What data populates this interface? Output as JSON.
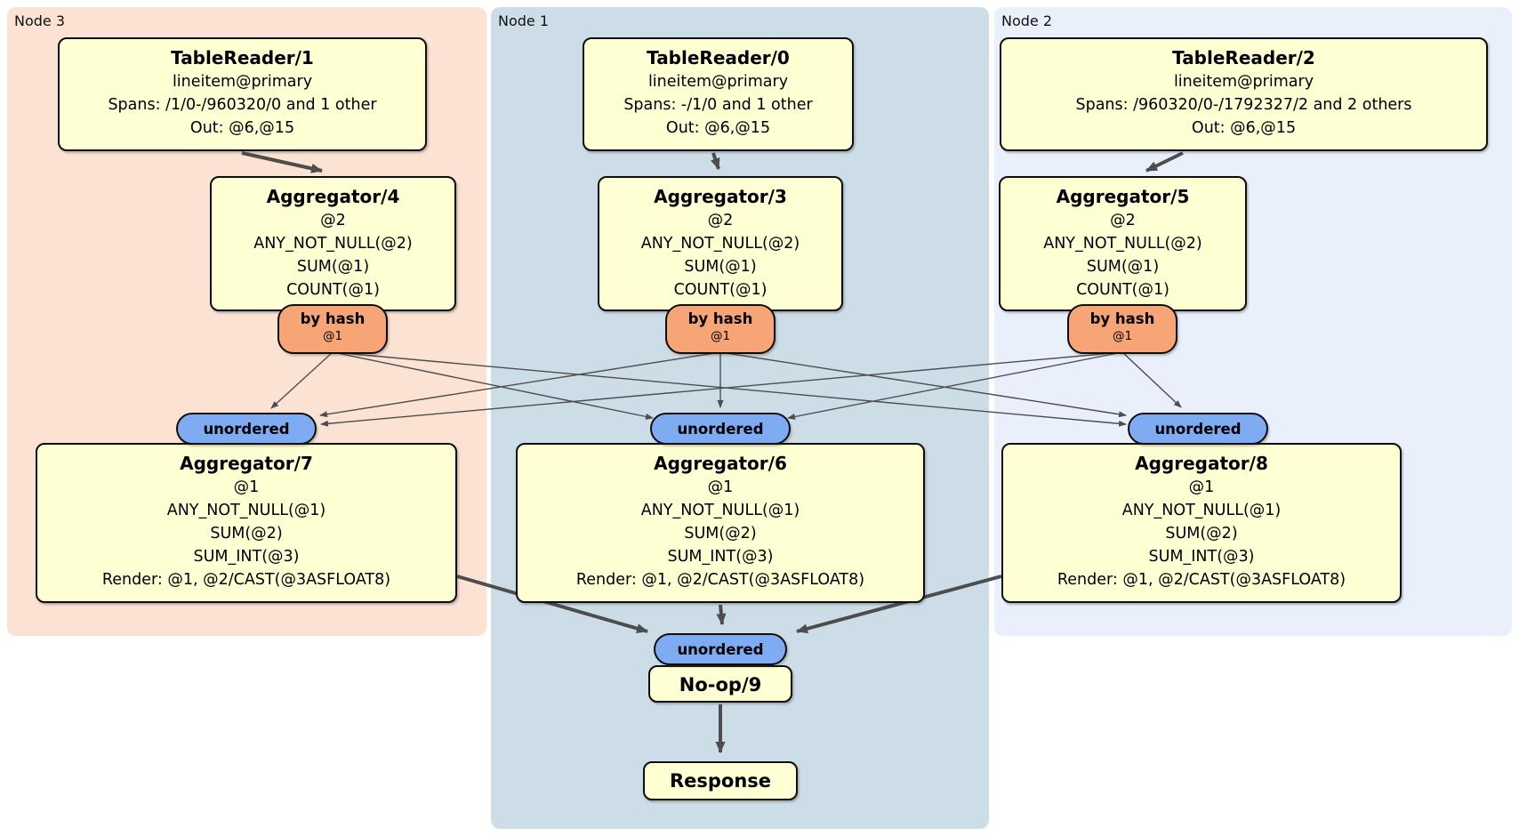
{
  "diagram": {
    "node_groups": [
      {
        "label": "Node 3"
      },
      {
        "label": "Node 1"
      },
      {
        "label": "Node 2"
      }
    ],
    "processors": {
      "tablereader1": {
        "title": "TableReader/1",
        "lines": [
          "lineitem@primary",
          "Spans: /1/0-/960320/0 and 1 other",
          "Out: @6,@15"
        ]
      },
      "tablereader0": {
        "title": "TableReader/0",
        "lines": [
          "lineitem@primary",
          "Spans: -/1/0 and 1 other",
          "Out: @6,@15"
        ]
      },
      "tablereader2": {
        "title": "TableReader/2",
        "lines": [
          "lineitem@primary",
          "Spans: /960320/0-/1792327/2 and 2 others",
          "Out: @6,@15"
        ]
      },
      "aggregator4": {
        "title": "Aggregator/4",
        "lines": [
          "@2",
          "ANY_NOT_NULL(@2)",
          "SUM(@1)",
          "COUNT(@1)"
        ]
      },
      "aggregator3": {
        "title": "Aggregator/3",
        "lines": [
          "@2",
          "ANY_NOT_NULL(@2)",
          "SUM(@1)",
          "COUNT(@1)"
        ]
      },
      "aggregator5": {
        "title": "Aggregator/5",
        "lines": [
          "@2",
          "ANY_NOT_NULL(@2)",
          "SUM(@1)",
          "COUNT(@1)"
        ]
      },
      "aggregator7": {
        "title": "Aggregator/7",
        "lines": [
          "@1",
          "ANY_NOT_NULL(@1)",
          "SUM(@2)",
          "SUM_INT(@3)",
          "Render: @1, @2/CAST(@3ASFLOAT8)"
        ]
      },
      "aggregator6": {
        "title": "Aggregator/6",
        "lines": [
          "@1",
          "ANY_NOT_NULL(@1)",
          "SUM(@2)",
          "SUM_INT(@3)",
          "Render: @1, @2/CAST(@3ASFLOAT8)"
        ]
      },
      "aggregator8": {
        "title": "Aggregator/8",
        "lines": [
          "@1",
          "ANY_NOT_NULL(@1)",
          "SUM(@2)",
          "SUM_INT(@3)",
          "Render: @1, @2/CAST(@3ASFLOAT8)"
        ]
      },
      "noop": {
        "title": "No-op/9"
      },
      "response": {
        "title": "Response"
      }
    },
    "routers": {
      "left": {
        "label": "by hash",
        "detail": "@1"
      },
      "middle": {
        "label": "by hash",
        "detail": "@1"
      },
      "right": {
        "label": "by hash",
        "detail": "@1"
      }
    },
    "syncs": {
      "left": {
        "label": "unordered"
      },
      "middle": {
        "label": "unordered"
      },
      "right": {
        "label": "unordered"
      },
      "final": {
        "label": "unordered"
      }
    },
    "colors": {
      "node3_bg": "#fce2d3",
      "node1_bg": "#cddde7",
      "node2_bg": "#eaf0fb",
      "processor_bg": "#ffffd4",
      "router_bg": "#f7a577",
      "sync_bg": "#7fabf2",
      "edge": "#4d4d4d"
    }
  }
}
